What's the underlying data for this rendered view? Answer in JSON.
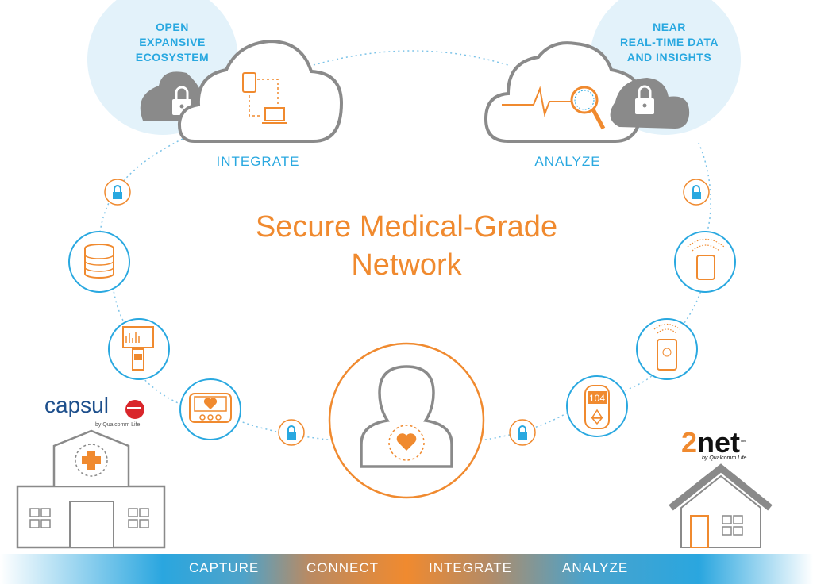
{
  "title_line1": "Secure Medical-Grade",
  "title_line2": "Network",
  "left_cloud": {
    "bubble_text": [
      "OPEN",
      "EXPANSIVE",
      "ECOSYSTEM"
    ],
    "stage_label": "INTEGRATE"
  },
  "right_cloud": {
    "bubble_text": [
      "NEAR",
      "REAL-TIME DATA",
      "AND INSIGHTS"
    ],
    "stage_label": "ANALYZE"
  },
  "device_readout": "104",
  "capsule": {
    "name": "capsul",
    "tagline": "by Qualcomm Life"
  },
  "twonet": {
    "digit": "2",
    "word": "net",
    "tm": "™",
    "tagline": "by Qualcomm Life"
  },
  "bottom_bar": {
    "capture": "CAPTURE",
    "connect": "CONNECT",
    "integrate": "INTEGRATE",
    "analyze": "ANALYZE"
  },
  "colors": {
    "blue": "#29a8e0",
    "orange": "#f08a2f",
    "gray": "#8a8a8a",
    "bubble": "#e3f2fa",
    "capsule_blue": "#1d4f8c",
    "capsule_red": "#d9262b"
  }
}
